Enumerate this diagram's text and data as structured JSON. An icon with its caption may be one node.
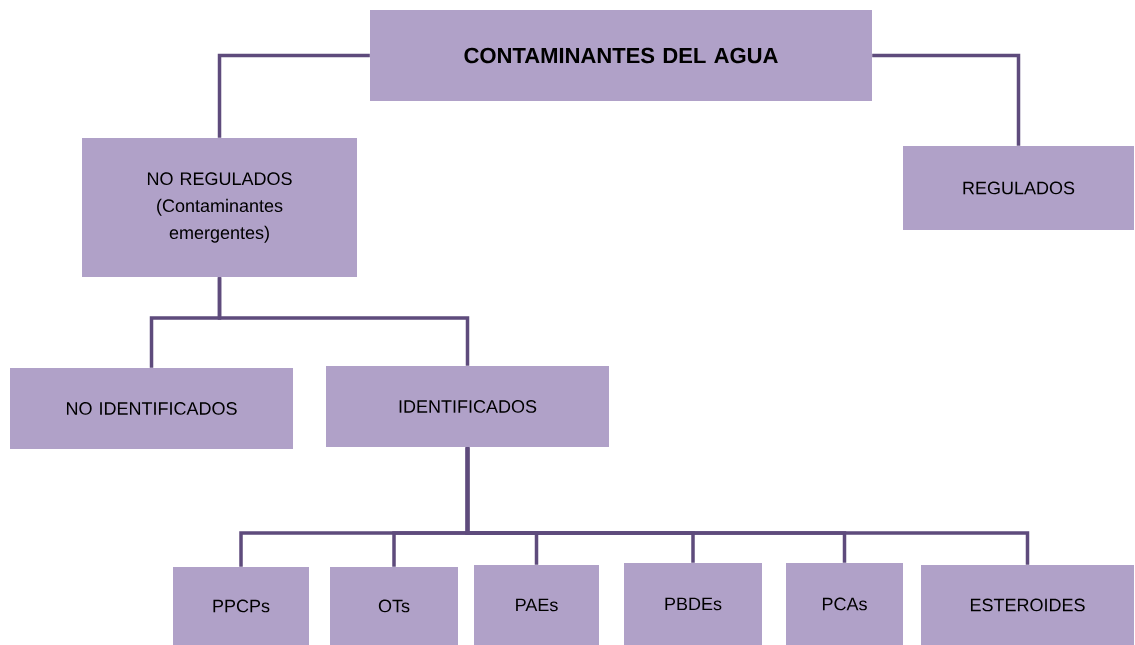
{
  "diagram": {
    "nodes": [
      {
        "text": [
          "CONTAMINANTES DEL AGUA"
        ]
      },
      {
        "text": [
          "NO REGULADOS (Contaminantes emergentes)"
        ]
      },
      {
        "text": [
          "REGULADOS"
        ]
      },
      {
        "text": [
          "NO IDENTIFICADOS"
        ]
      },
      {
        "text": [
          "IDENTIFICADOS"
        ]
      },
      {
        "text": [
          "PPCPs"
        ]
      },
      {
        "text": [
          "OTs"
        ]
      },
      {
        "text": [
          "PAEs"
        ]
      },
      {
        "text": [
          "PBDEs"
        ]
      },
      {
        "text": [
          "PCAs"
        ]
      },
      {
        "text": [
          "ESTEROIDES"
        ]
      }
    ],
    "edges": [
      {
        "from": 0,
        "to": 1,
        "arrow": "none"
      },
      {
        "from": 0,
        "to": 2,
        "arrow": "none"
      },
      {
        "from": 1,
        "to": 3,
        "arrow": "none"
      },
      {
        "from": 1,
        "to": 4,
        "arrow": "none"
      },
      {
        "from": 4,
        "to": 5,
        "arrow": "none"
      },
      {
        "from": 4,
        "to": 6,
        "arrow": "none"
      },
      {
        "from": 4,
        "to": 7,
        "arrow": "none"
      },
      {
        "from": 4,
        "to": 8,
        "arrow": "none"
      },
      {
        "from": 4,
        "to": 9,
        "arrow": "none"
      },
      {
        "from": 4,
        "to": 10,
        "arrow": "none"
      }
    ]
  }
}
